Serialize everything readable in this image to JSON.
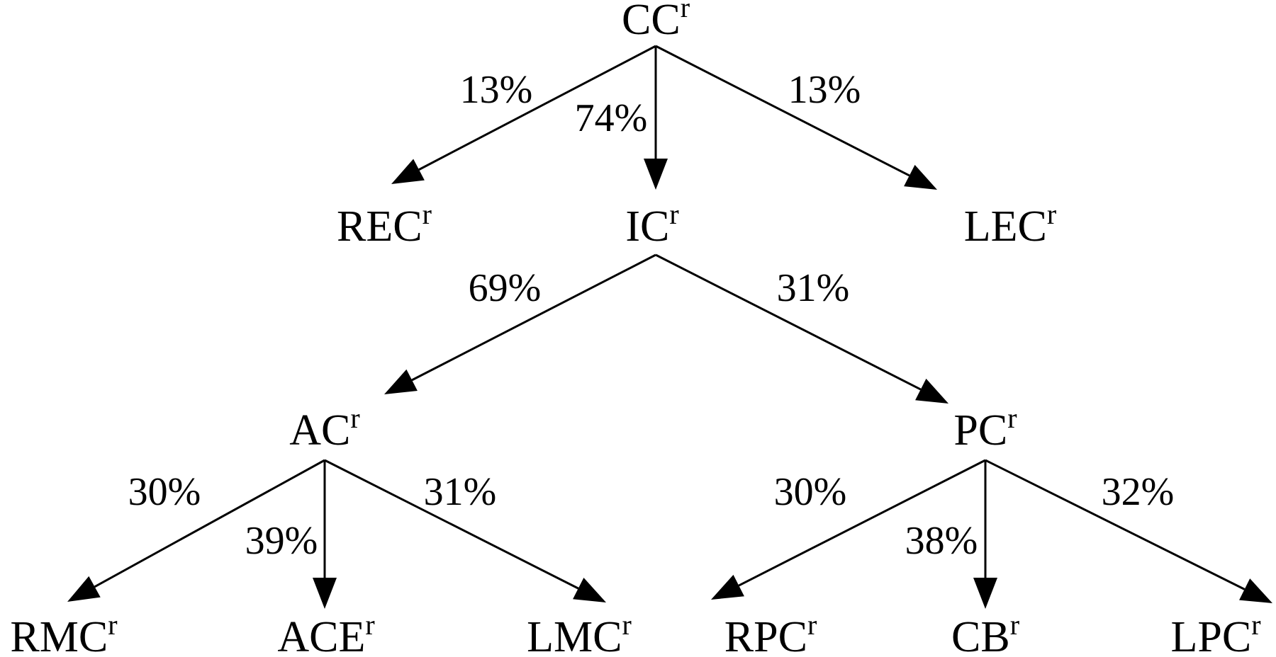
{
  "superscript": "r",
  "nodes": [
    {
      "id": "CC",
      "label": "CC"
    },
    {
      "id": "REC",
      "label": "REC"
    },
    {
      "id": "IC",
      "label": "IC"
    },
    {
      "id": "LEC",
      "label": "LEC"
    },
    {
      "id": "AC",
      "label": "AC"
    },
    {
      "id": "PC",
      "label": "PC"
    },
    {
      "id": "RMC",
      "label": "RMC"
    },
    {
      "id": "ACE",
      "label": "ACE"
    },
    {
      "id": "LMC",
      "label": "LMC"
    },
    {
      "id": "RPC",
      "label": "RPC"
    },
    {
      "id": "CB",
      "label": "CB"
    },
    {
      "id": "LPC",
      "label": "LPC"
    }
  ],
  "edges": [
    {
      "from": "CC",
      "to": "REC",
      "label": "13%"
    },
    {
      "from": "CC",
      "to": "IC",
      "label": "74%"
    },
    {
      "from": "CC",
      "to": "LEC",
      "label": "13%"
    },
    {
      "from": "IC",
      "to": "AC",
      "label": "69%"
    },
    {
      "from": "IC",
      "to": "PC",
      "label": "31%"
    },
    {
      "from": "AC",
      "to": "RMC",
      "label": "30%"
    },
    {
      "from": "AC",
      "to": "ACE",
      "label": "39%"
    },
    {
      "from": "AC",
      "to": "LMC",
      "label": "31%"
    },
    {
      "from": "PC",
      "to": "RPC",
      "label": "30%"
    },
    {
      "from": "PC",
      "to": "CB",
      "label": "38%"
    },
    {
      "from": "PC",
      "to": "LPC",
      "label": "32%"
    }
  ]
}
